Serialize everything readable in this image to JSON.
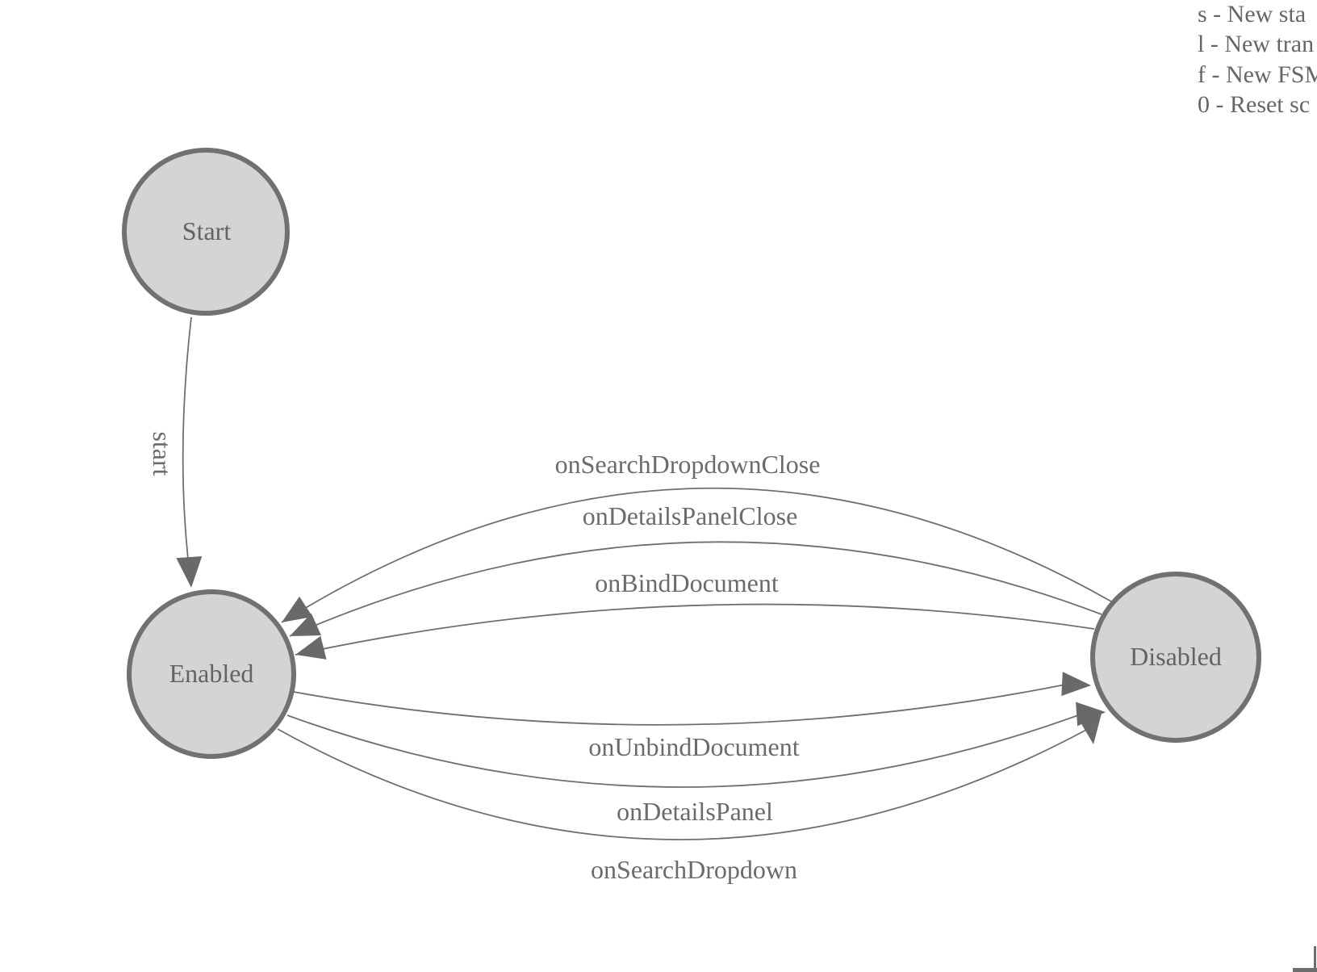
{
  "legend": {
    "lines": [
      "s - New sta",
      "l - New tran",
      "f - New FSM",
      "0 - Reset sc"
    ]
  },
  "states": [
    {
      "label": "Start"
    },
    {
      "label": "Enabled"
    },
    {
      "label": "Disabled"
    }
  ],
  "transitions": [
    {
      "label": "start",
      "from": "Start",
      "to": "Enabled"
    },
    {
      "label": "onSearchDropdownClose",
      "from": "Disabled",
      "to": "Enabled"
    },
    {
      "label": "onDetailsPanelClose",
      "from": "Disabled",
      "to": "Enabled"
    },
    {
      "label": "onBindDocument",
      "from": "Disabled",
      "to": "Enabled"
    },
    {
      "label": "onUnbindDocument",
      "from": "Enabled",
      "to": "Disabled"
    },
    {
      "label": "onDetailsPanel",
      "from": "Enabled",
      "to": "Disabled"
    },
    {
      "label": "onSearchDropdown",
      "from": "Enabled",
      "to": "Disabled"
    }
  ],
  "colors": {
    "background": "#ffffff",
    "state_fill": "#d4d4d4",
    "state_stroke": "#717171",
    "edge_stroke": "#6f6f6f",
    "arrow_fill": "#696969",
    "label_text": "#6b6b6b",
    "legend_text": "#666666"
  }
}
